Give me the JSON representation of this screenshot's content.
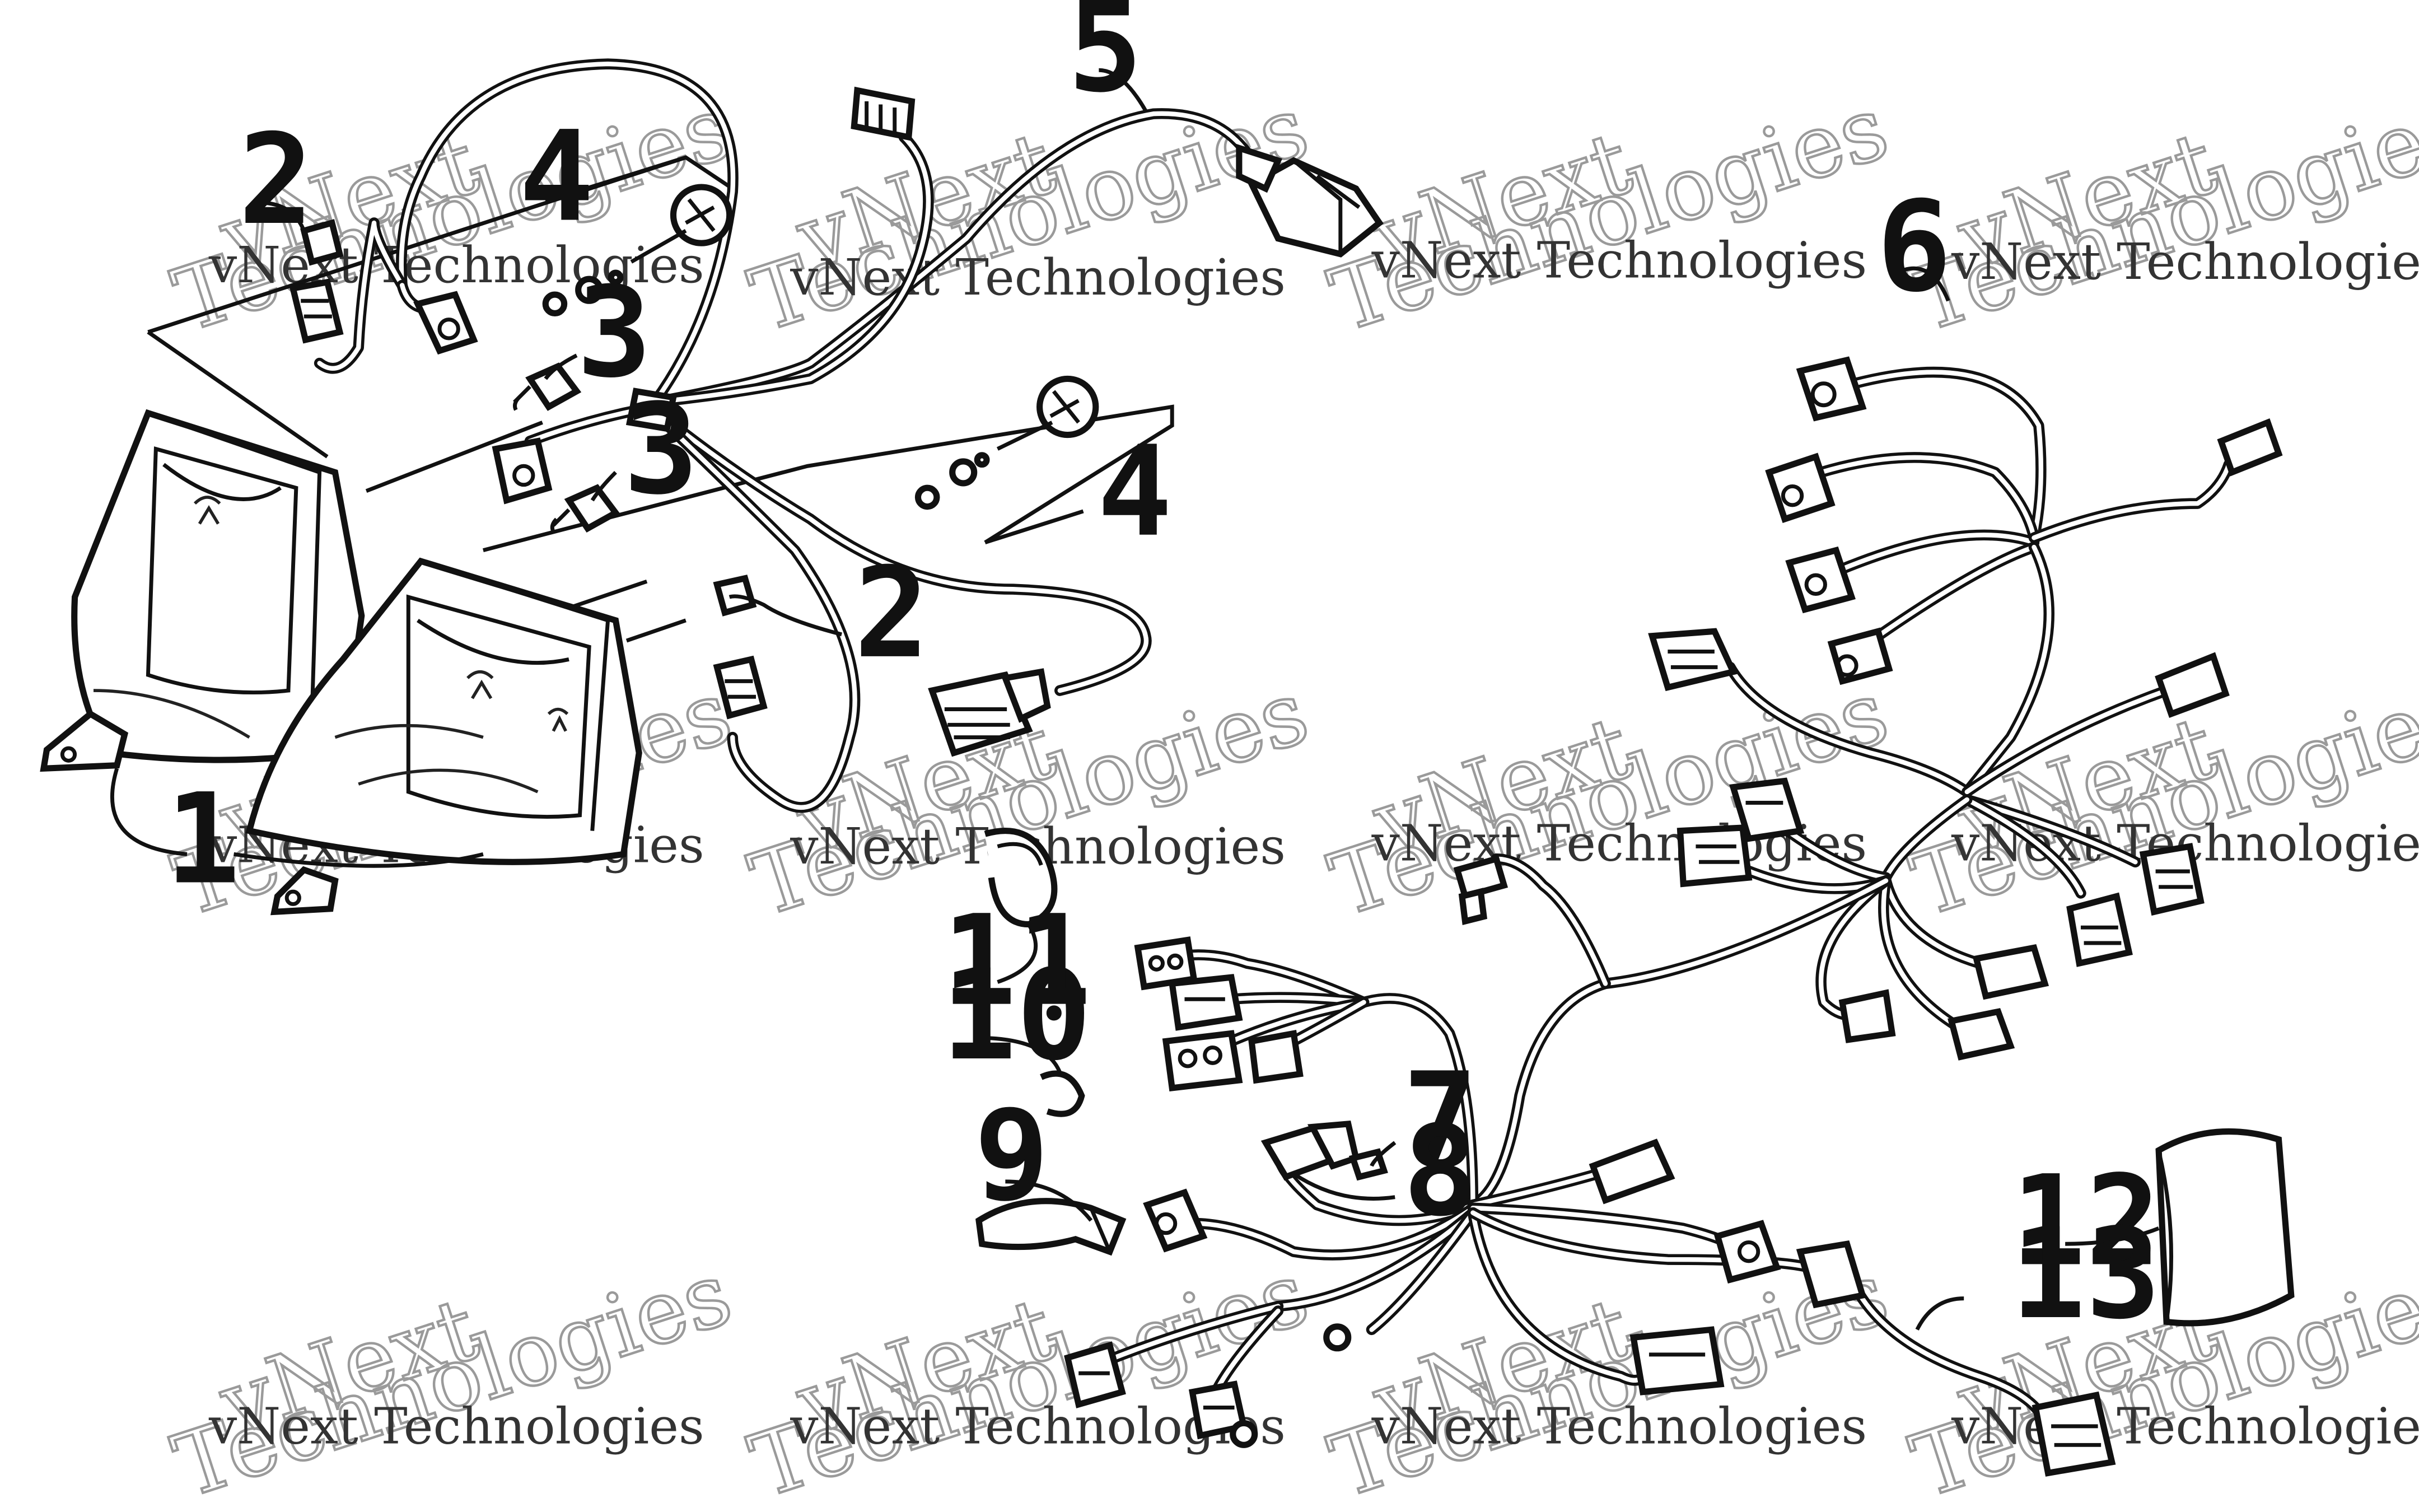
{
  "watermark": {
    "small_text": "vNext Technologies",
    "big_text": "vNext\nTechnologies"
  },
  "callouts": [
    {
      "id": "callout-1",
      "label": "1"
    },
    {
      "id": "callout-2a",
      "label": "2"
    },
    {
      "id": "callout-2b",
      "label": "2"
    },
    {
      "id": "callout-3a",
      "label": "3"
    },
    {
      "id": "callout-3b",
      "label": "3"
    },
    {
      "id": "callout-4a",
      "label": "4"
    },
    {
      "id": "callout-4b",
      "label": "4"
    },
    {
      "id": "callout-5",
      "label": "5"
    },
    {
      "id": "callout-6",
      "label": "6"
    },
    {
      "id": "callout-7",
      "label": "7"
    },
    {
      "id": "callout-8",
      "label": "8"
    },
    {
      "id": "callout-9",
      "label": "9"
    },
    {
      "id": "callout-10",
      "label": "10"
    },
    {
      "id": "callout-11",
      "label": "11"
    },
    {
      "id": "callout-12",
      "label": "12"
    },
    {
      "id": "callout-13",
      "label": "13"
    }
  ]
}
